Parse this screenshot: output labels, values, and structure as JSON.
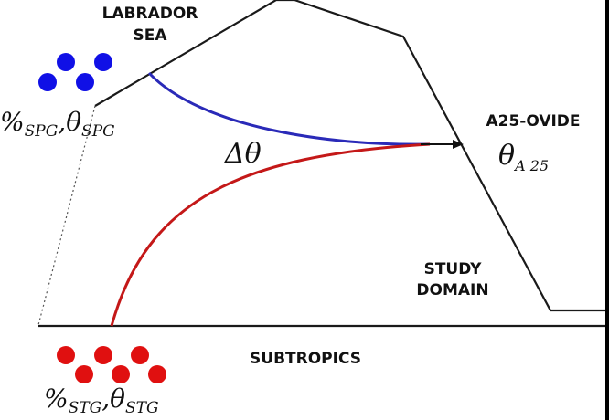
{
  "labels": {
    "labrador_line1": "LABRADOR",
    "labrador_line2": "SEA",
    "a25_ovide": "A25-OVIDE",
    "study_line1": "STUDY",
    "study_line2": "DOMAIN",
    "subtropics": "SUBTROPICS"
  },
  "math": {
    "spg_percent": "%",
    "spg_sub1": "SPG",
    "spg_comma": ",",
    "spg_theta": "θ",
    "spg_sub2": "SPG",
    "delta_theta": "Δθ",
    "a25_theta": "θ",
    "a25_sub": "A 25",
    "stg_percent": "%",
    "stg_sub1": "STG",
    "stg_comma": ",",
    "stg_theta": "θ",
    "stg_sub2": "STG"
  },
  "colors": {
    "spg_blue": "#1010e6",
    "stg_red": "#e01010",
    "spg_curve": "#2a2ab8",
    "stg_curve": "#c41818",
    "outline": "#1a1a1a"
  }
}
